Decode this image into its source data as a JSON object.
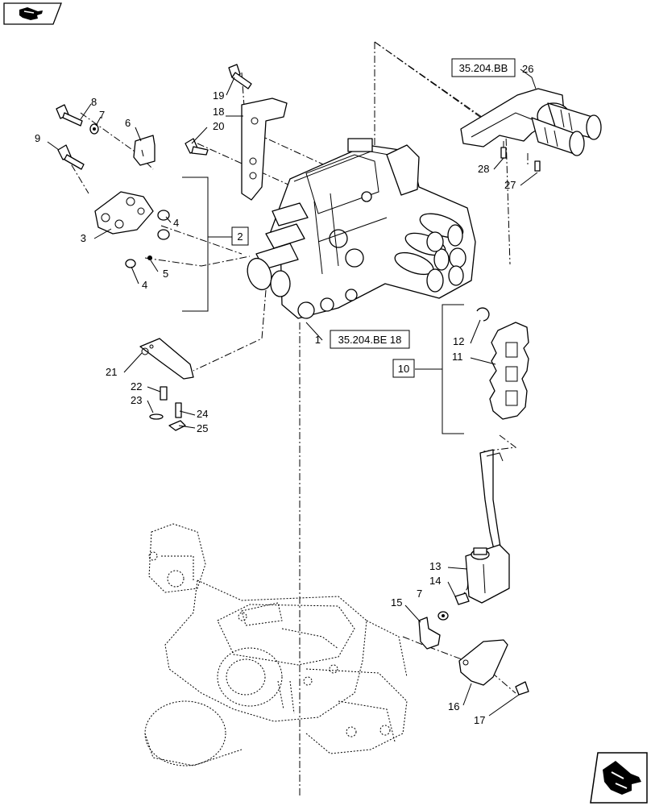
{
  "navigation": {
    "prev_icon": "hand-pointer-icon",
    "next_icon": "hand-pointer-icon"
  },
  "references": {
    "ref_a": "35.204.BB",
    "ref_b": "35.204.BE 18",
    "group_a": "2",
    "group_b": "10"
  },
  "callouts": {
    "c1": "1",
    "c3": "3",
    "c4a": "4",
    "c4b": "4",
    "c5": "5",
    "c6": "6",
    "c7a": "7",
    "c7b": "7",
    "c8": "8",
    "c9": "9",
    "c11": "11",
    "c12": "12",
    "c13": "13",
    "c14": "14",
    "c15": "15",
    "c16": "16",
    "c17": "17",
    "c18": "18",
    "c19": "19",
    "c20": "20",
    "c21": "21",
    "c22": "22",
    "c23": "23",
    "c24": "24",
    "c25": "25",
    "c26": "26",
    "c27": "27",
    "c28": "28"
  }
}
